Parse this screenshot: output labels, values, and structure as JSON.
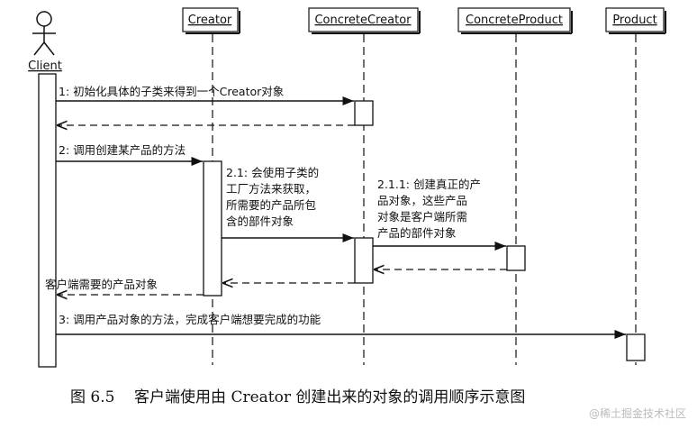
{
  "participants": {
    "client": "Client",
    "creator": "Creator",
    "concrete_creator": "ConcreteCreator",
    "concrete_product": "ConcreteProduct",
    "product": "Product"
  },
  "messages": {
    "m1": "1: 初始化具体的子类来得到一个Creator对象",
    "m2": "2: 调用创建某产品的方法",
    "m21_lines": [
      "2.1: 会使用子类的",
      "工厂方法来获取，",
      "所需要的产品所包",
      "含的部件对象"
    ],
    "m211_lines": [
      "2.1.1: 创建真正的产",
      "品对象，这些产品",
      "对象是客户端所需",
      "产品的部件对象"
    ],
    "r_client": "客户端需要的产品对象",
    "m3": "3: 调用产品对象的方法，完成客户端想要完成的功能"
  },
  "caption": "图 6.5    客户端使用由 Creator 创建出来的对象的调用顺序示意图",
  "watermark": "@稀土掘金技术社区"
}
